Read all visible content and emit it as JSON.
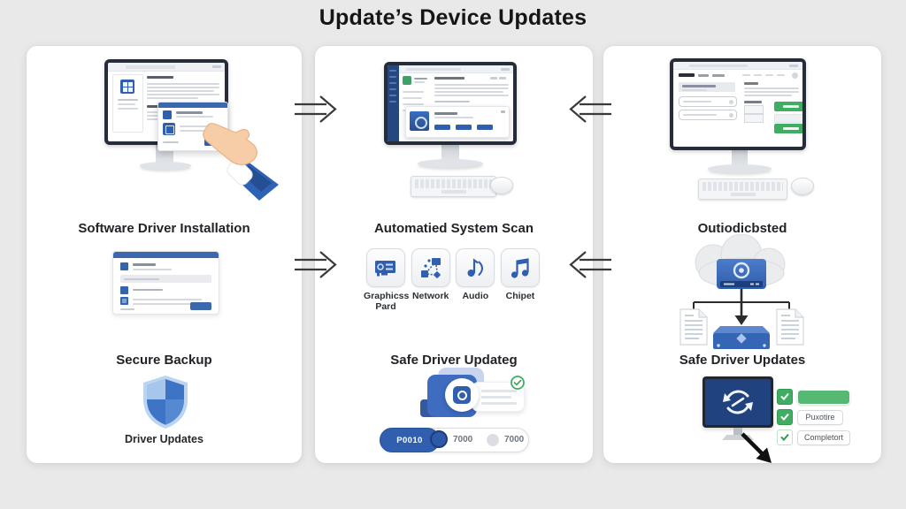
{
  "title": "Update’s Device Updates",
  "left_panel": {
    "heading_installation": "Software Driver Installation",
    "heading_backup": "Secure Backup",
    "shield_caption": "Driver Updates"
  },
  "middle_panel": {
    "heading_scan": "Automatied System Scan",
    "device_tiles": [
      {
        "icon": "graphics-card-icon",
        "label": "Graphicss Pard"
      },
      {
        "icon": "network-icon",
        "label": "Network"
      },
      {
        "icon": "audio-icon",
        "label": "Audio"
      },
      {
        "icon": "chipset-icon",
        "label": "Chipet"
      }
    ],
    "heading_update": "Safe Driver Updateg",
    "progress_bar": {
      "active_label": "P0010",
      "mid_label": "7000",
      "end_label": "7000"
    }
  },
  "right_panel": {
    "heading_cloud": "Outiodicbsted",
    "heading_update": "Safe Driver Updates",
    "checklist": [
      {
        "label": "",
        "style": "filled-green"
      },
      {
        "label": "Puxotire",
        "style": "outlined"
      },
      {
        "label": "Completort",
        "style": "outlined"
      }
    ]
  },
  "colors": {
    "background": "#e9e9e9",
    "card": "#ffffff",
    "text-dark": "#161616",
    "accent-blue": "#2f5fae",
    "navy": "#24477e",
    "success-green": "#3fae62",
    "shield-blue": "#3d74c6",
    "arrow": "#3a3a3a"
  }
}
